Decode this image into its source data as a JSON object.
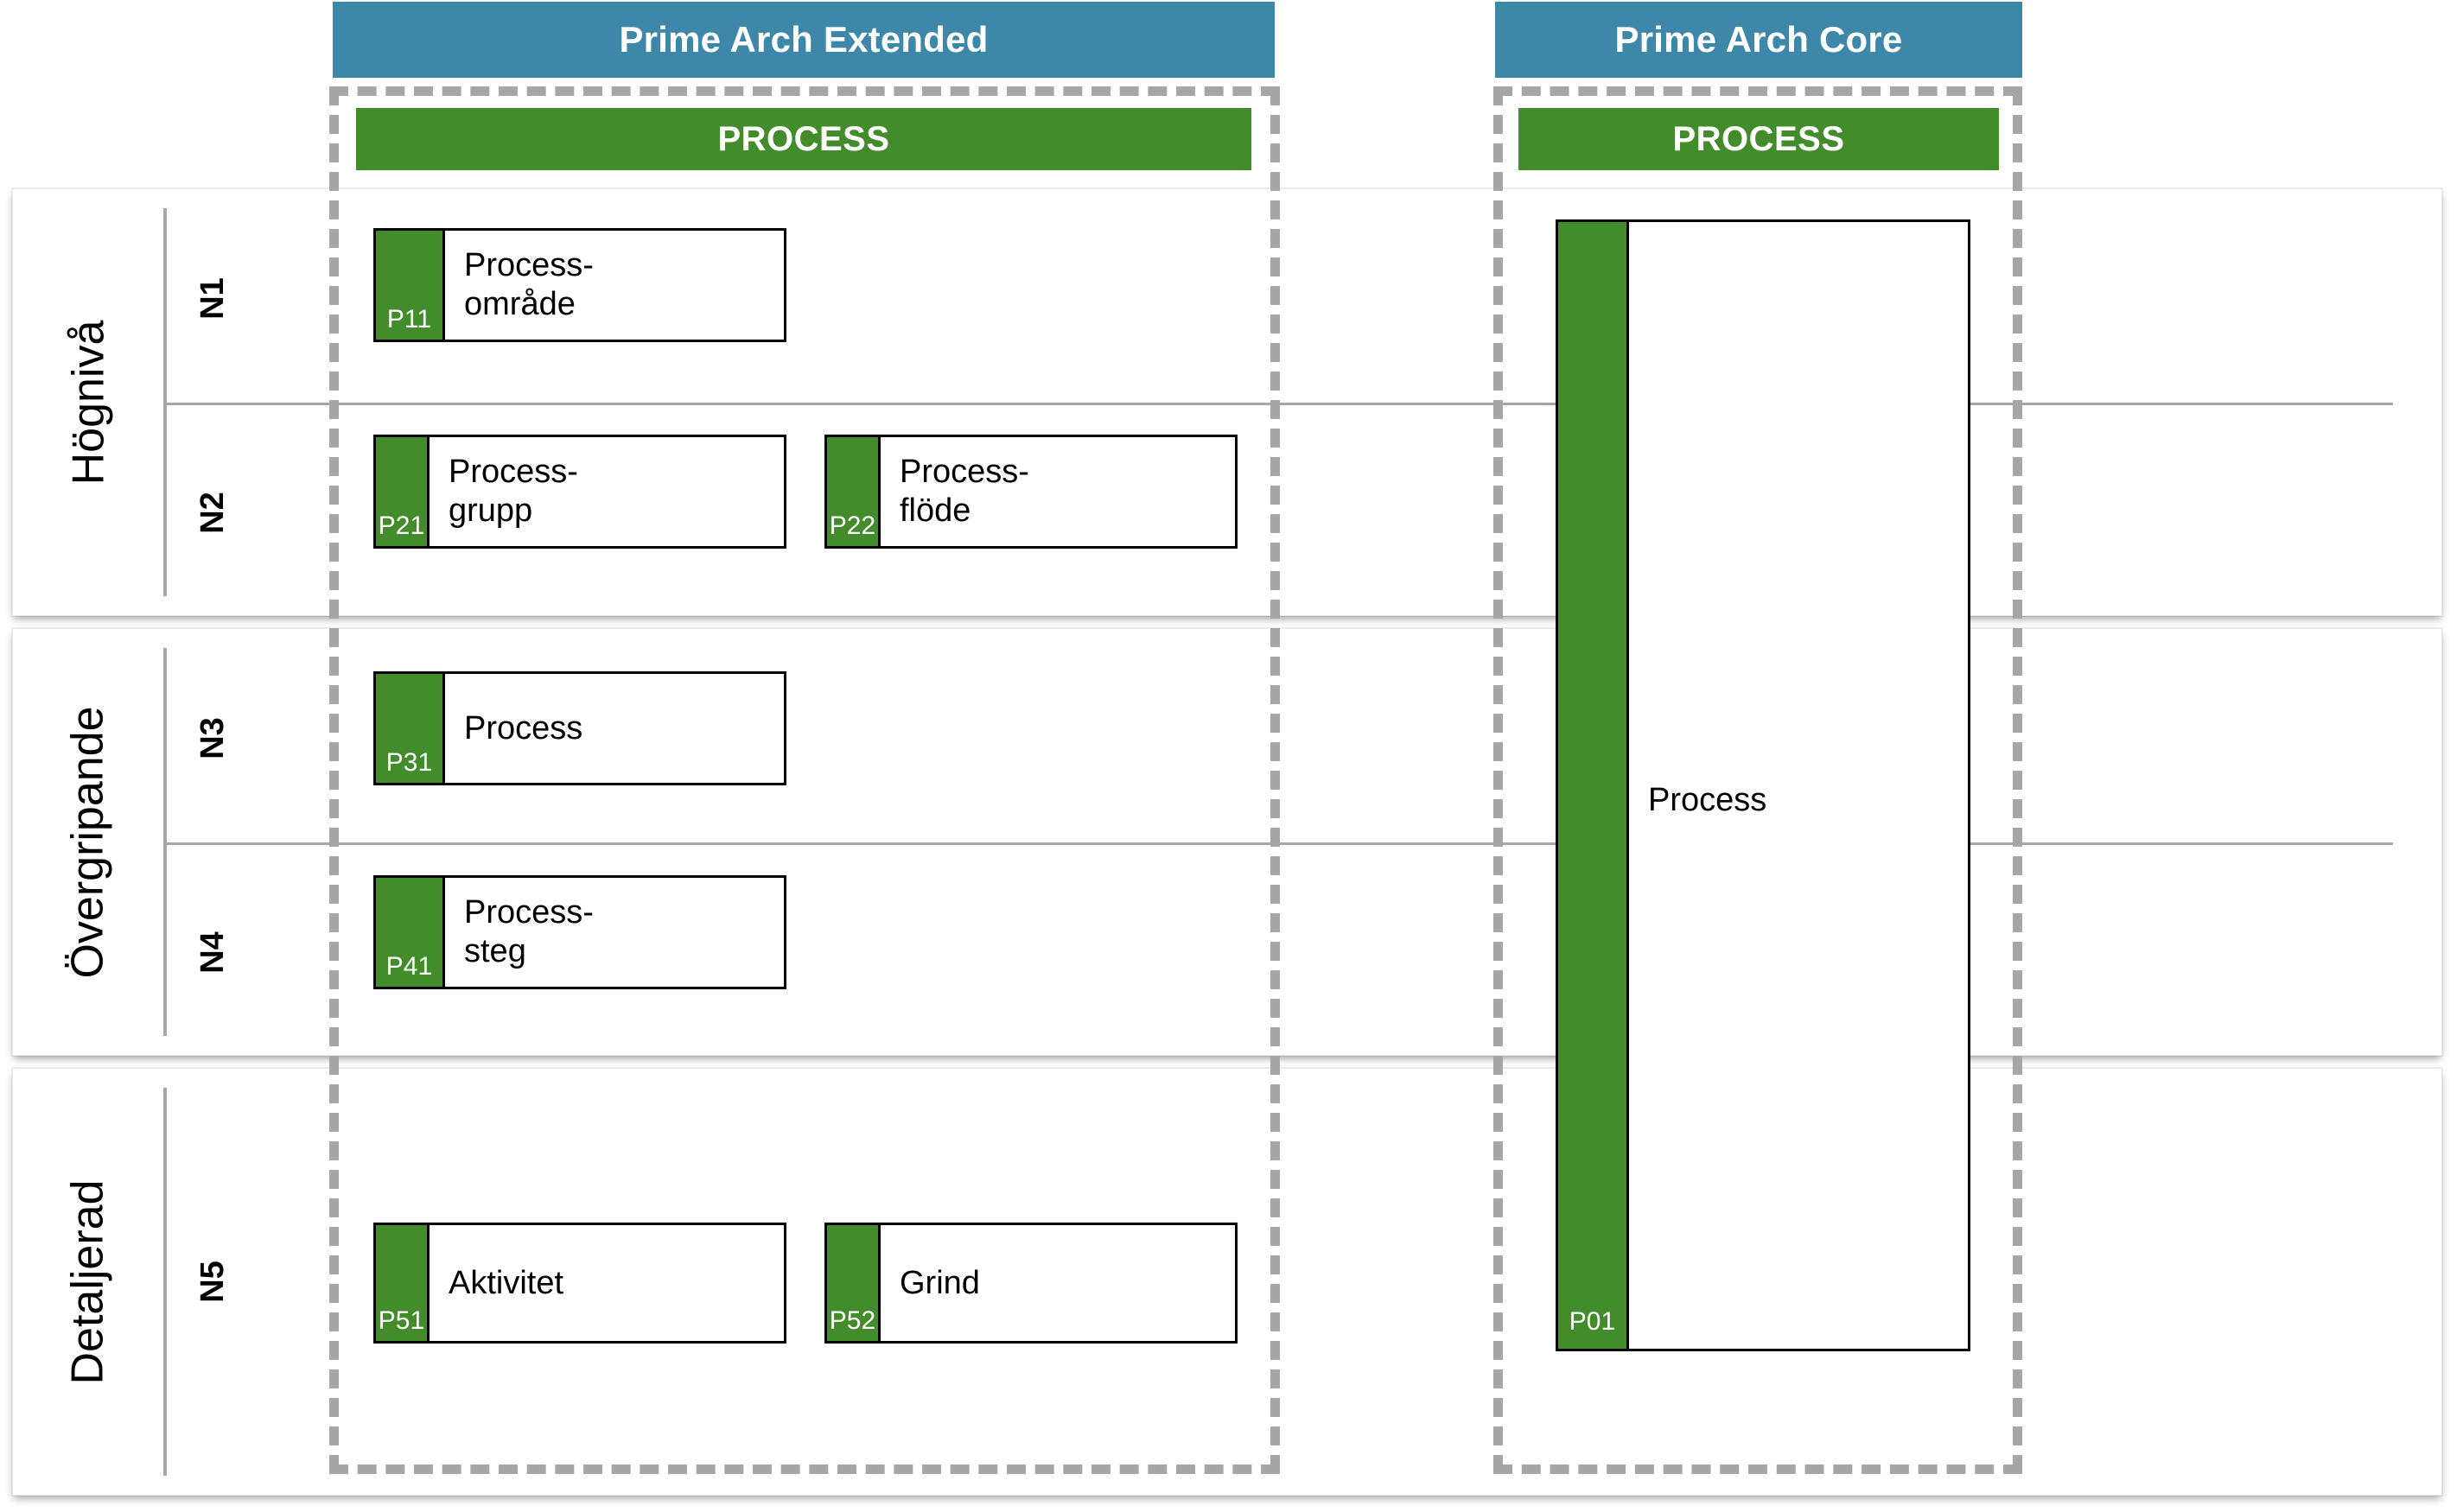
{
  "colors": {
    "blue": "#3d88a8",
    "green": "#428c2b",
    "dash": "#a6a6a6",
    "rule": "#a6a6a6",
    "box_border": "#000000"
  },
  "columns": [
    {
      "id": "extended",
      "title": "Prime Arch Extended",
      "process_label": "PROCESS"
    },
    {
      "id": "core",
      "title": "Prime Arch Core",
      "process_label": "PROCESS"
    }
  ],
  "bands": [
    {
      "id": "hogniva",
      "label": "Högnivå",
      "levels": [
        "N1",
        "N2"
      ]
    },
    {
      "id": "overgripande",
      "label": "Övergripande",
      "levels": [
        "N3",
        "N4"
      ]
    },
    {
      "id": "detaljerad",
      "label": "Detaljerad",
      "levels": [
        "N5"
      ]
    }
  ],
  "elements": {
    "p11": {
      "code": "P11",
      "title": "Process-\nområde"
    },
    "p21": {
      "code": "P21",
      "title": "Process-\ngrupp"
    },
    "p22": {
      "code": "P22",
      "title": "Process-\nflöde"
    },
    "p31": {
      "code": "P31",
      "title": "Process"
    },
    "p41": {
      "code": "P41",
      "title": "Process-\nsteg"
    },
    "p51": {
      "code": "P51",
      "title": "Aktivitet"
    },
    "p52": {
      "code": "P52",
      "title": "Grind"
    },
    "p01": {
      "code": "P01",
      "title": "Process"
    }
  }
}
